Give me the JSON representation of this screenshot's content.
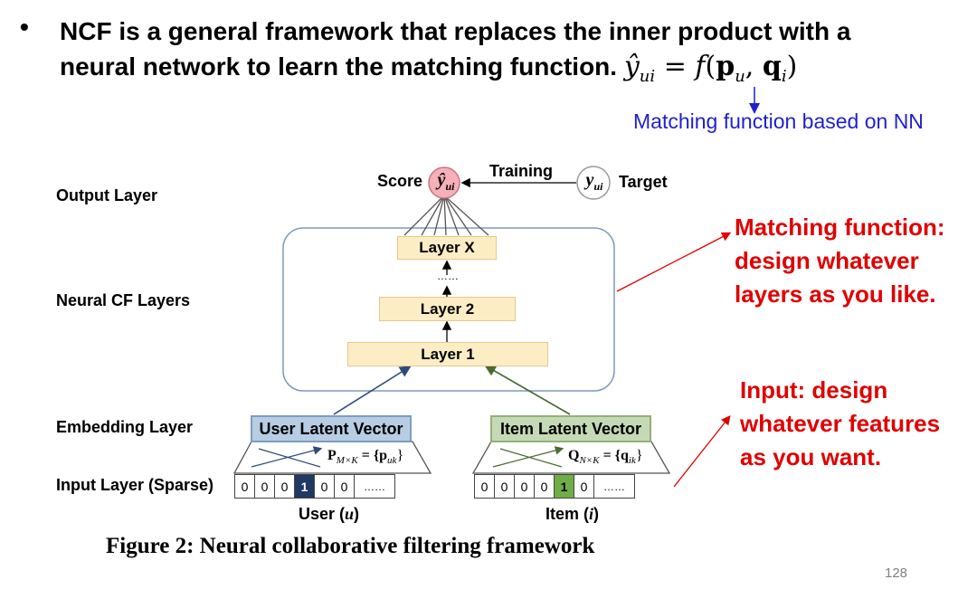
{
  "headline": {
    "bullet": "•",
    "line1": "NCF is a general framework that replaces the inner product with a",
    "line2": "neural network to learn the matching function.",
    "formula": {
      "yhat": "ŷ",
      "y_sub": "ui",
      "eq": "=",
      "f": "f",
      "open": "(",
      "p": "p",
      "p_sub": "u",
      "comma": ",",
      "q": "q",
      "q_sub": "i",
      "close": ")"
    }
  },
  "annotations": {
    "nn_note": "Matching function based on NN",
    "matching": [
      "Matching function:",
      "design whatever",
      "layers as you like."
    ],
    "input": [
      "Input: design",
      "whatever features",
      "as you want."
    ]
  },
  "layer_labels": {
    "output": "Output Layer",
    "neural_cf": "Neural CF Layers",
    "embedding": "Embedding Layer",
    "input": "Input Layer (Sparse)"
  },
  "diagram": {
    "score_label": "Score",
    "score_symbol": "ŷ",
    "score_sub": "ui",
    "training_label": "Training",
    "target_symbol": "y",
    "target_sub": "ui",
    "target_label": "Target",
    "layers": {
      "x": "Layer X",
      "dots": "……",
      "l2": "Layer 2",
      "l1": "Layer 1"
    },
    "user_vector": "User Latent Vector",
    "item_vector": "Item Latent Vector",
    "user_matrix": {
      "P": "P",
      "sub": "M×K",
      "eq": " = {",
      "p": "p",
      "p_sub": "uk",
      "close": "}"
    },
    "item_matrix": {
      "Q": "Q",
      "sub": "N×K",
      "eq": " = {",
      "q": "q",
      "q_sub": "ik",
      "close": "}"
    },
    "user_cells": [
      "0",
      "0",
      "0",
      "1",
      "0",
      "0",
      "……"
    ],
    "item_cells": [
      "0",
      "0",
      "0",
      "0",
      "1",
      "0",
      "……"
    ],
    "user_label": "User (",
    "user_var": "u",
    "item_label": "Item (",
    "item_var": "i",
    "close_paren": ")"
  },
  "caption": "Figure 2: Neural collaborative filtering framework",
  "page_number": "128",
  "colors": {
    "red": "#e00000",
    "blue": "#1f1fd1",
    "user_active": "#1f3864",
    "item_active": "#70ad47"
  }
}
